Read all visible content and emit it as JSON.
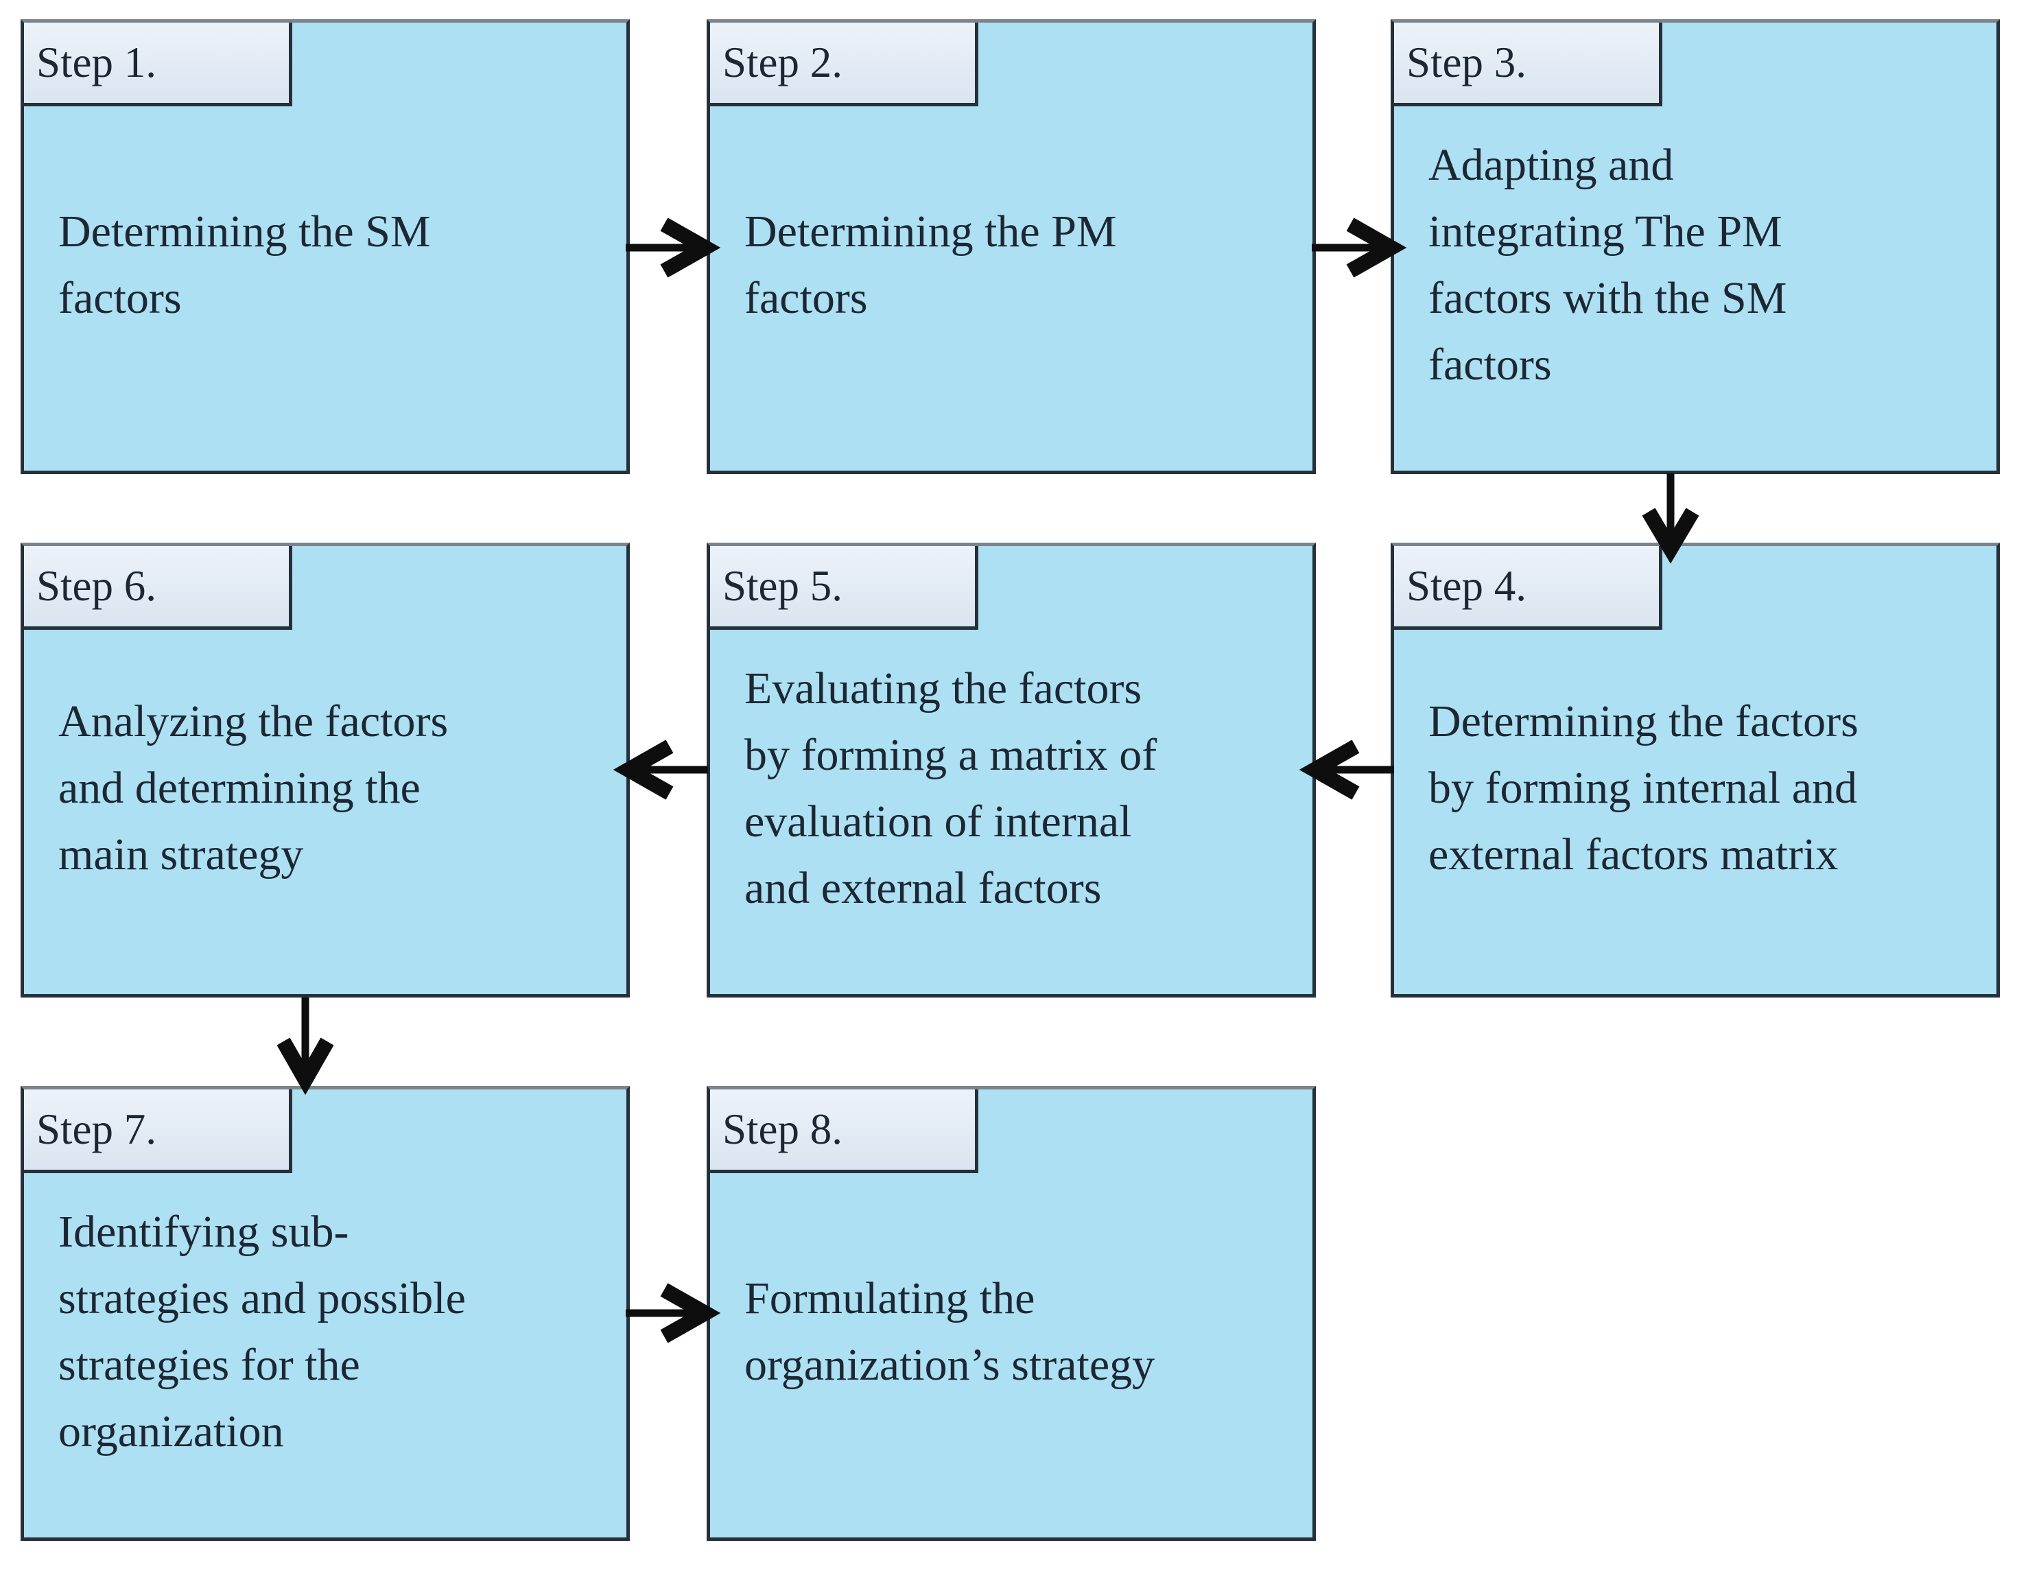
{
  "diagram": {
    "title": "Eight-step strategy formulation flowchart",
    "colors": {
      "box_fill": "#ace0f2",
      "tab_fill_top": "#edf2f9",
      "tab_fill_bottom": "#d9e5f1",
      "border_dark": "#26303a",
      "border_top": "#7b848b",
      "text": "#1d2733",
      "arrow": "#0e0e0e"
    },
    "steps": [
      {
        "label": "Step 1.",
        "text": "Determining the SM\nfactors"
      },
      {
        "label": "Step 2.",
        "text": "Determining the PM\nfactors"
      },
      {
        "label": "Step 3.",
        "text": "Adapting and\nintegrating The PM\nfactors with the SM\nfactors"
      },
      {
        "label": "Step 4.",
        "text": "Determining the factors\nby forming internal and\nexternal factors matrix"
      },
      {
        "label": "Step 5.",
        "text": "Evaluating the factors\nby forming a matrix of\nevaluation of internal\nand external factors"
      },
      {
        "label": "Step 6.",
        "text": "Analyzing the factors\nand determining the\nmain strategy"
      },
      {
        "label": "Step 7.",
        "text": "Identifying sub-\nstrategies and possible\nstrategies for the\norganization"
      },
      {
        "label": "Step 8.",
        "text": "Formulating the\norganization’s strategy"
      }
    ],
    "arrows": [
      {
        "from": "step-1",
        "to": "step-2",
        "direction": "right"
      },
      {
        "from": "step-2",
        "to": "step-3",
        "direction": "right"
      },
      {
        "from": "step-3",
        "to": "step-4",
        "direction": "down"
      },
      {
        "from": "step-4",
        "to": "step-5",
        "direction": "left"
      },
      {
        "from": "step-5",
        "to": "step-6",
        "direction": "left"
      },
      {
        "from": "step-6",
        "to": "step-7",
        "direction": "down"
      },
      {
        "from": "step-7",
        "to": "step-8",
        "direction": "right"
      }
    ]
  }
}
